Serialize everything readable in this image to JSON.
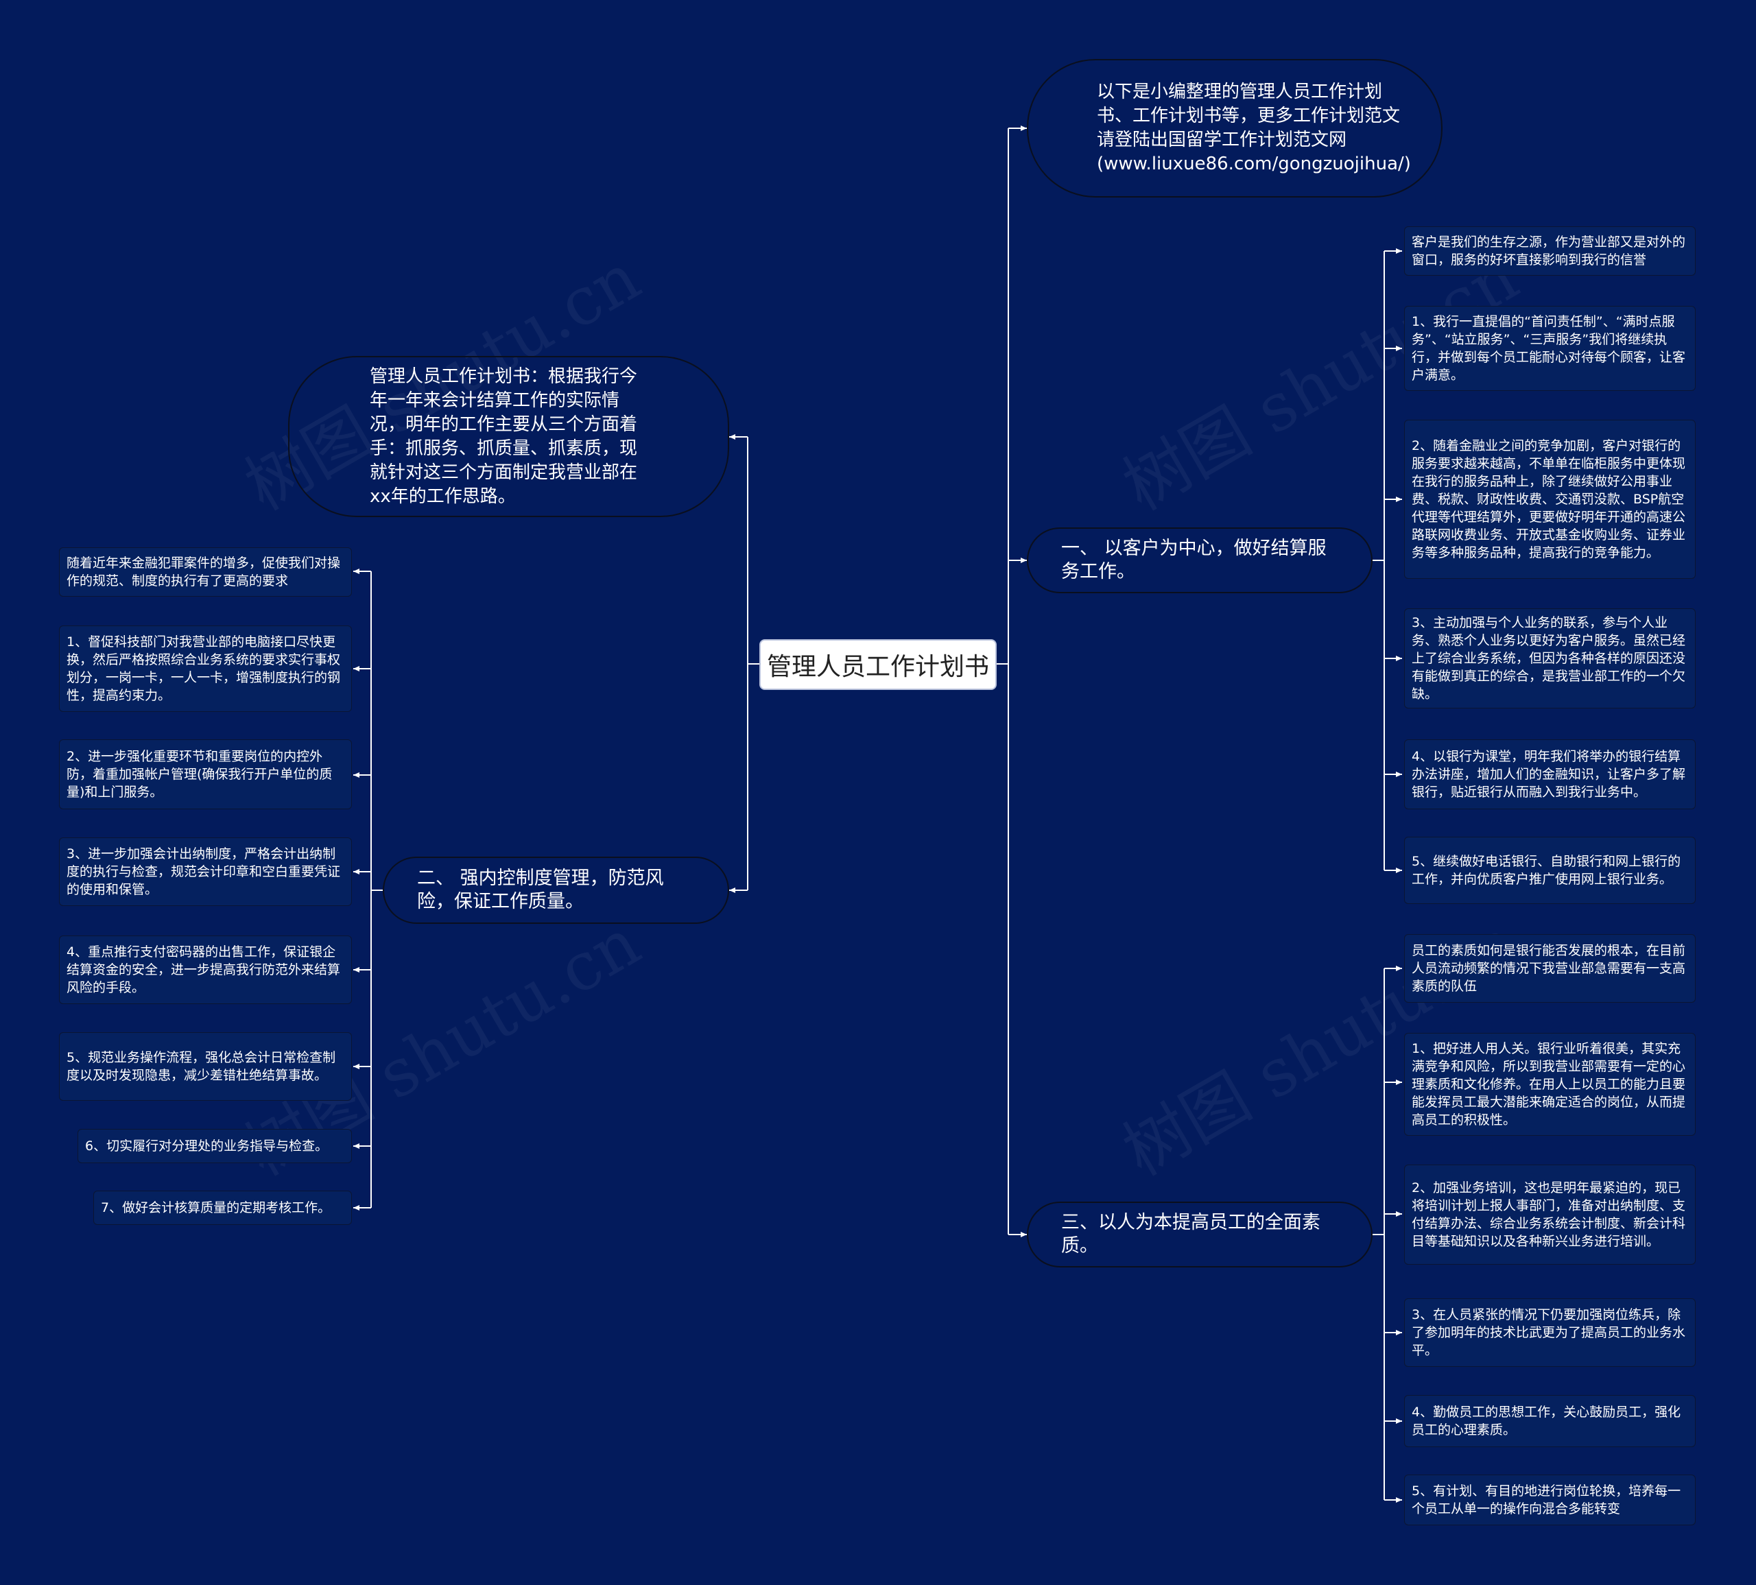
{
  "root": {
    "title": "管理人员工作计划书"
  },
  "intro": {
    "text": "以下是小编整理的管理人员工作计划书、工作计划书等，更多工作计划范文请登陆出国留学工作计划范文网(www.liuxue86.com/gongzuojihua/)"
  },
  "summary": {
    "text": "管理人员工作计划书：根据我行今年一年来会计结算工作的实际情况，明年的工作主要从三个方面着手：抓服务、抓质量、抓素质，现就针对这三个方面制定我营业部在xx年的工作思路。"
  },
  "branch1": {
    "title": "一、 以客户为中心，做好结算服务工作。",
    "items": [
      "客户是我们的生存之源，作为营业部又是对外的窗口，服务的好坏直接影响到我行的信誉",
      "1、我行一直提倡的“首问责任制”、“满时点服务”、“站立服务”、“三声服务”我们将继续执行，并做到每个员工能耐心对待每个顾客，让客户满意。",
      "2、随着金融业之间的竞争加剧，客户对银行的服务要求越来越高，不单单在临柜服务中更体现在我行的服务品种上，除了继续做好公用事业费、税款、财政性收费、交通罚没款、BSP航空代理等代理结算外，更要做好明年开通的高速公路联网收费业务、开放式基金收购业务、证券业务等多种服务品种，提高我行的竞争能力。",
      "3、主动加强与个人业务的联系，参与个人业务、熟悉个人业务以更好为客户服务。虽然已经上了综合业务系统，但因为各种各样的原因还没有能做到真正的综合，是我营业部工作的一个欠缺。",
      "4、以银行为课堂，明年我们将举办的银行结算办法讲座，增加人们的金融知识，让客户多了解银行，贴近银行从而融入到我行业务中。",
      "5、继续做好电话银行、自助银行和网上银行的工作，并向优质客户推广使用网上银行业务。"
    ]
  },
  "branch2": {
    "title": "二、 强内控制度管理，防范风险，保证工作质量。",
    "items": [
      "随着近年来金融犯罪案件的增多，促使我们对操作的规范、制度的执行有了更高的要求",
      "1、督促科技部门对我营业部的电脑接口尽快更换，然后严格按照综合业务系统的要求实行事权划分，一岗一卡，一人一卡，增强制度执行的钢性，提高约束力。",
      "2、进一步强化重要环节和重要岗位的内控外防，着重加强帐户管理(确保我行开户单位的质量)和上门服务。",
      "3、进一步加强会计出纳制度，严格会计出纳制度的执行与检查，规范会计印章和空白重要凭证的使用和保管。",
      "4、重点推行支付密码器的出售工作，保证银企结算资金的安全，进一步提高我行防范外来结算风险的手段。",
      "5、规范业务操作流程，强化总会计日常检查制度以及时发现隐患，减少差错杜绝结算事故。",
      "6、切实履行对分理处的业务指导与检查。",
      "7、做好会计核算质量的定期考核工作。"
    ]
  },
  "branch3": {
    "title": "三、以人为本提高员工的全面素质。",
    "items": [
      "员工的素质如何是银行能否发展的根本，在目前人员流动频繁的情况下我营业部急需要有一支高素质的队伍",
      "1、把好进人用人关。银行业听着很美，其实充满竞争和风险，所以到我营业部需要有一定的心理素质和文化修养。在用人上以员工的能力且要能发挥员工最大潜能来确定适合的岗位，从而提高员工的积极性。",
      "2、加强业务培训，这也是明年最紧迫的，现已将培训计划上报人事部门，准备对出纳制度、支付结算办法、综合业务系统会计制度、新会计科目等基础知识以及各种新兴业务进行培训。",
      "3、在人员紧张的情况下仍要加强岗位练兵，除了参加明年的技术比武更为了提高员工的业务水平。",
      "4、勤做员工的思想工作，关心鼓励员工，强化员工的心理素质。",
      "5、有计划、有目的地进行岗位轮换，培养每一个员工从单一的操作向混合多能转变"
    ]
  },
  "watermark": {
    "text": "树图 shutu.cn"
  },
  "colors": {
    "background": "#031b5c",
    "line": "#ffffff",
    "root_fill": "#ffffff"
  }
}
